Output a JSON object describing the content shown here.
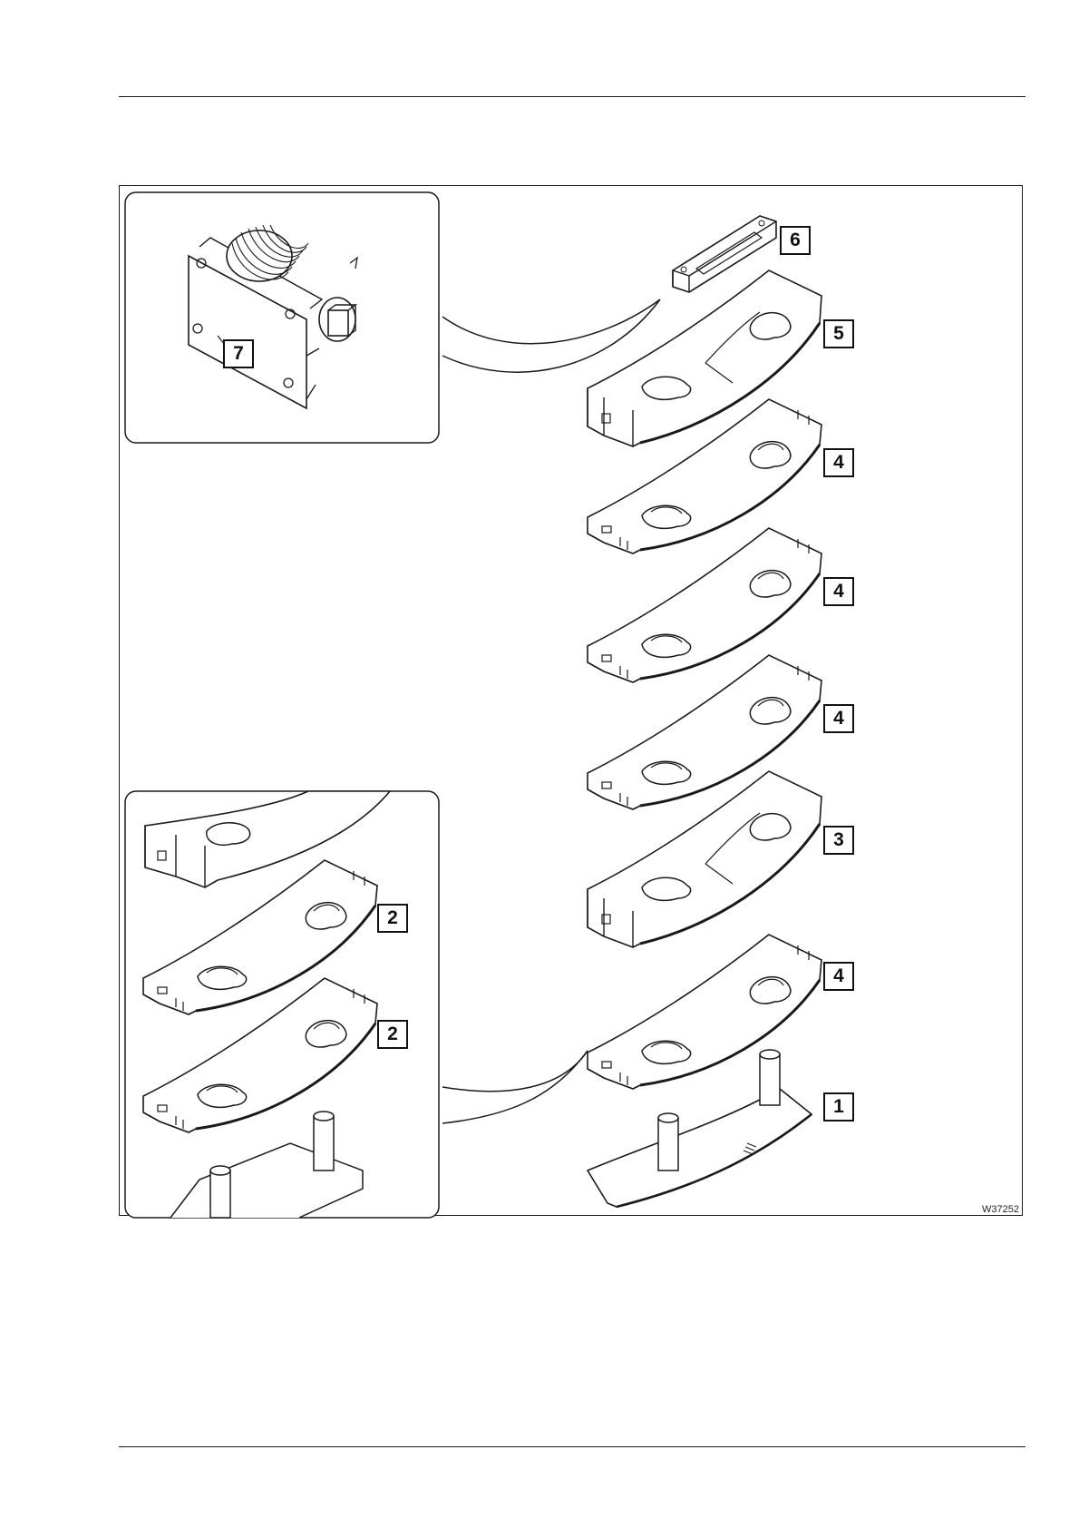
{
  "figure": {
    "id": "W37252",
    "callouts": [
      {
        "id": "c6",
        "label": "6"
      },
      {
        "id": "c5",
        "label": "5"
      },
      {
        "id": "c4a",
        "label": "4"
      },
      {
        "id": "c4b",
        "label": "4"
      },
      {
        "id": "c4c",
        "label": "4"
      },
      {
        "id": "c3",
        "label": "3"
      },
      {
        "id": "c4d",
        "label": "4"
      },
      {
        "id": "c1",
        "label": "1"
      },
      {
        "id": "c7",
        "label": "7"
      },
      {
        "id": "c2a",
        "label": "2"
      },
      {
        "id": "c2b",
        "label": "2"
      }
    ]
  },
  "colors": {
    "line": "#1a1a1a",
    "panel_fill": "#ffffff"
  }
}
